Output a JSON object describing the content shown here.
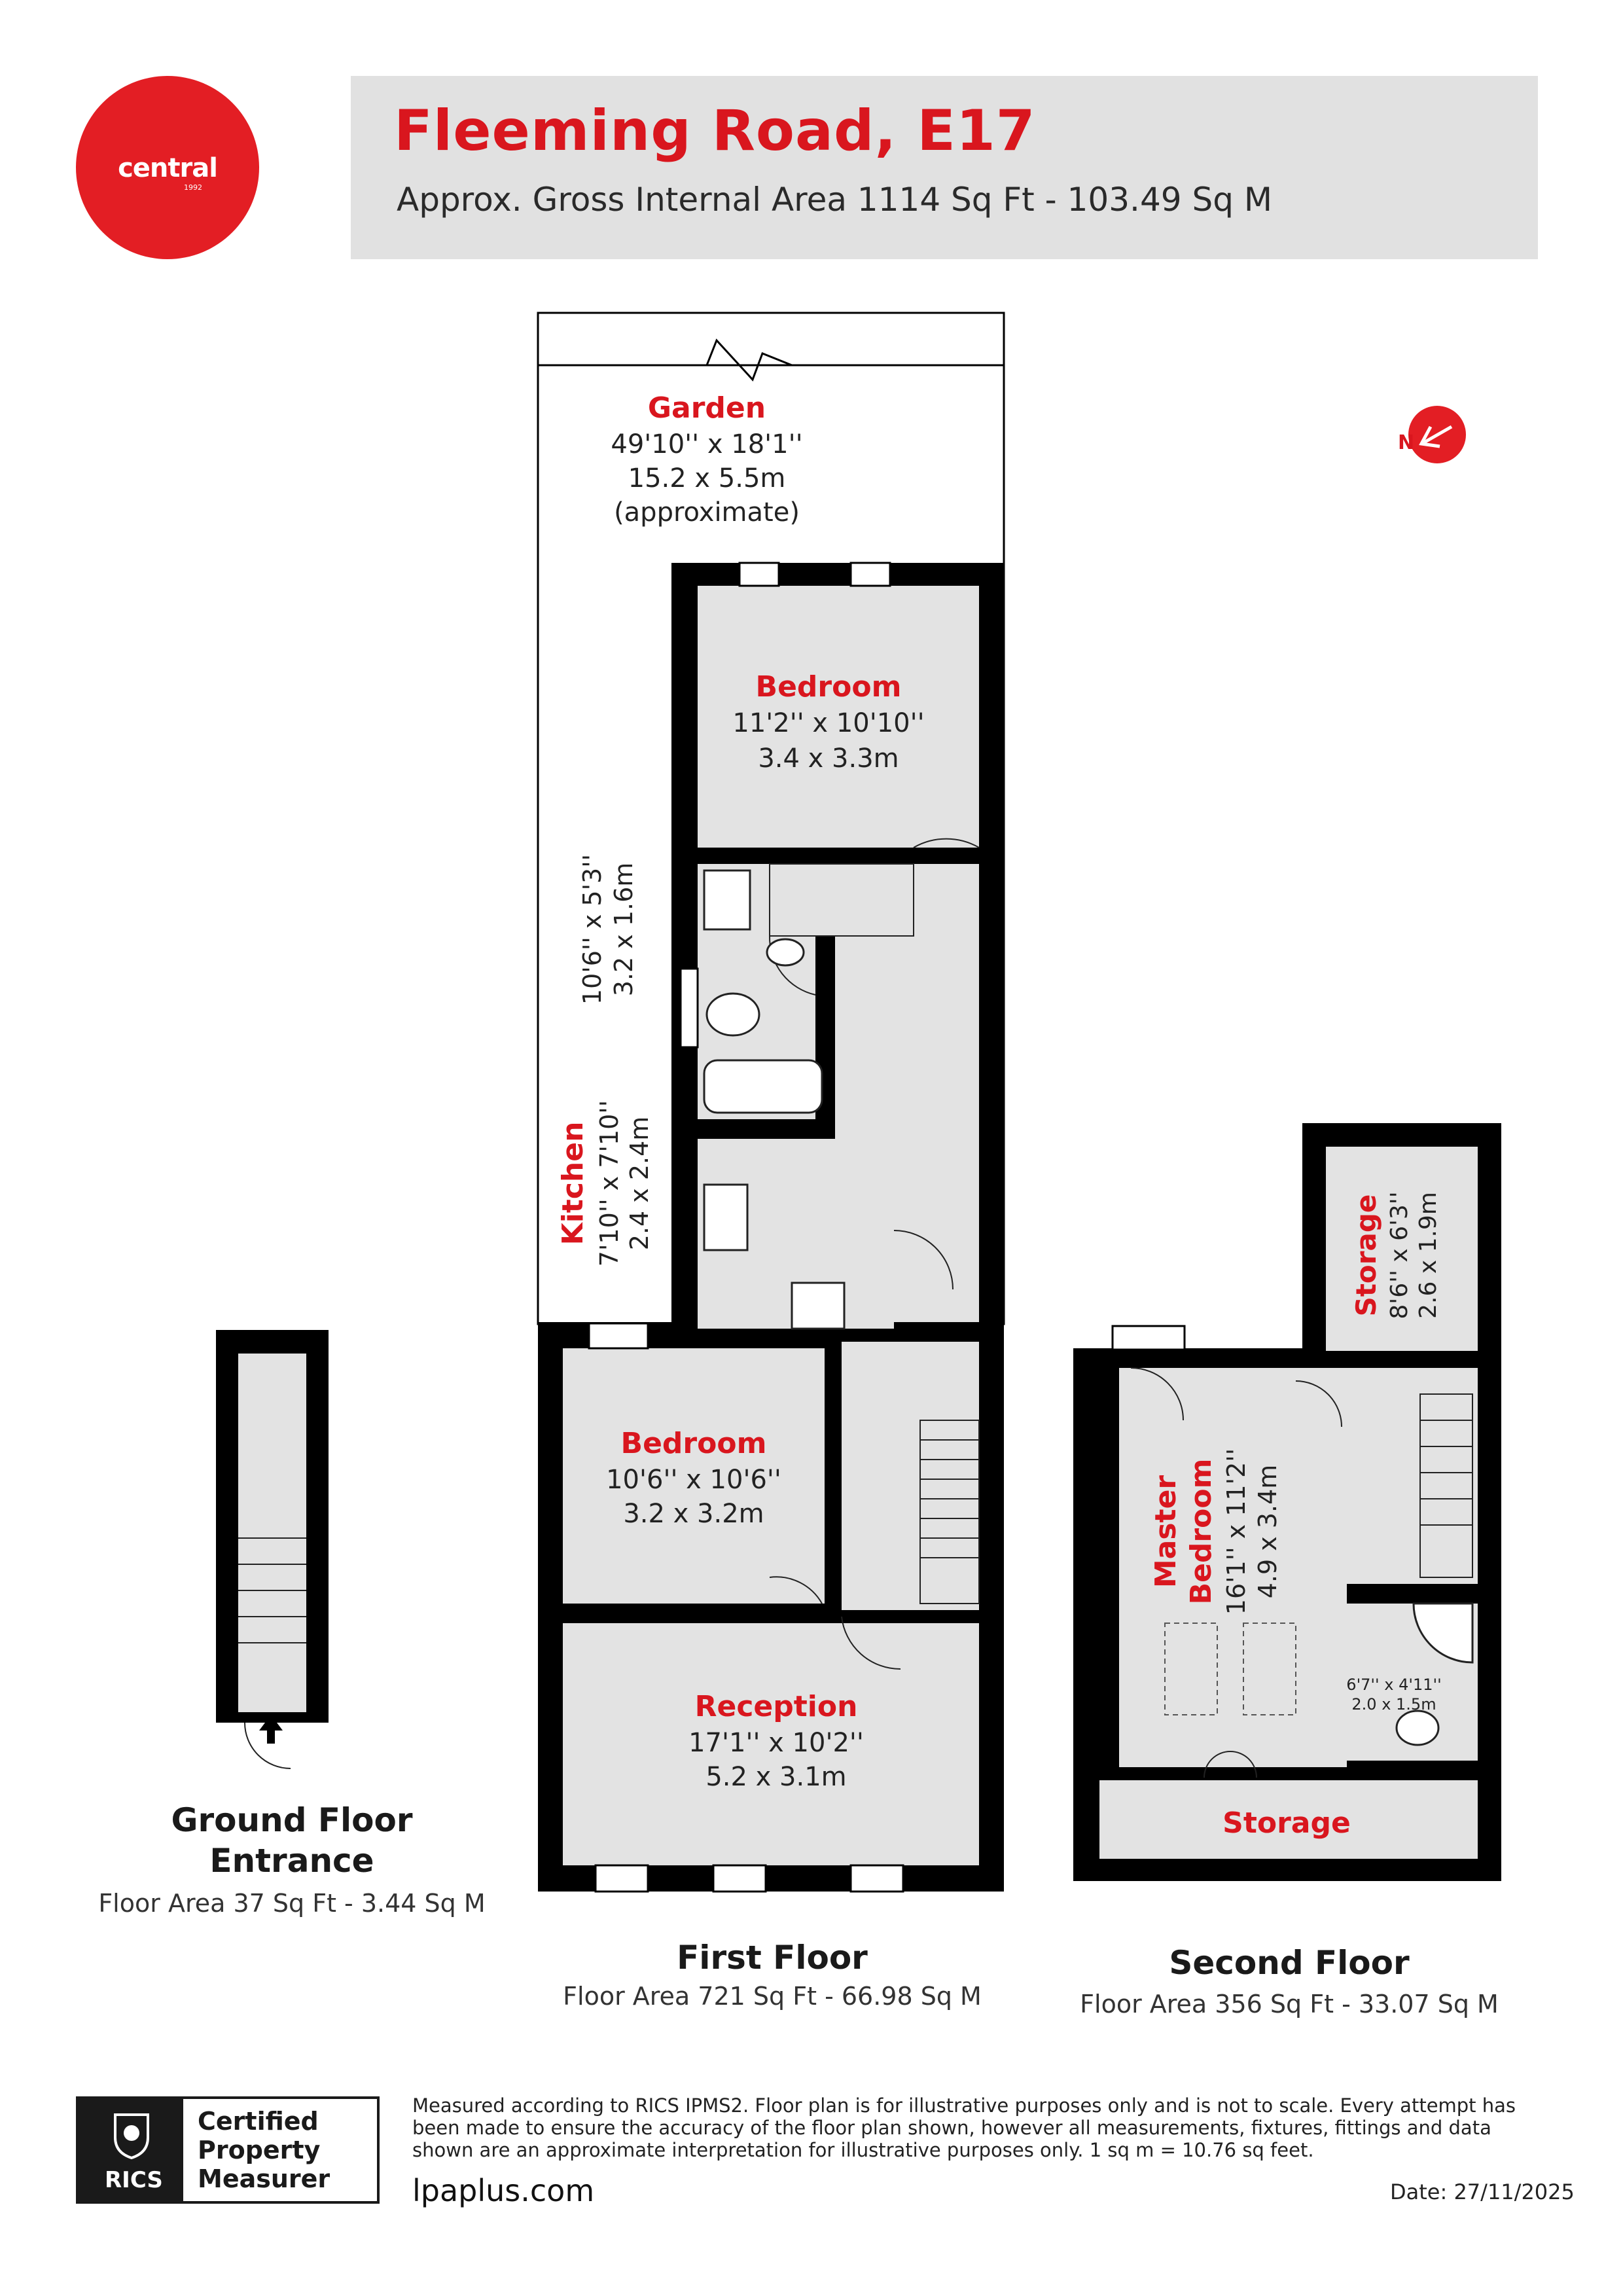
{
  "brand": {
    "logo_text": "central",
    "logo_year": "1992",
    "color": "#e31e24"
  },
  "header": {
    "title": "Fleeming Road, E17",
    "subtitle": "Approx. Gross Internal Area 1114 Sq Ft - 103.49 Sq M"
  },
  "compass": {
    "label": "N"
  },
  "rooms": {
    "garden": {
      "name": "Garden",
      "dim_imperial": "49'10'' x 18'1''",
      "dim_metric": "15.2 x 5.5m",
      "note": "(approximate)"
    },
    "bedroom_top": {
      "name": "Bedroom",
      "dim_imperial": "11'2'' x 10'10''",
      "dim_metric": "3.4 x 3.3m"
    },
    "bathroom": {
      "dim_imperial": "10'6'' x 5'3''",
      "dim_metric": "3.2 x 1.6m"
    },
    "kitchen": {
      "name": "Kitchen",
      "dim_imperial": "7'10'' x 7'10''",
      "dim_metric": "2.4 x 2.4m"
    },
    "bedroom_mid": {
      "name": "Bedroom",
      "dim_imperial": "10'6'' x 10'6''",
      "dim_metric": "3.2 x 3.2m"
    },
    "reception": {
      "name": "Reception",
      "dim_imperial": "17'1'' x 10'2''",
      "dim_metric": "5.2 x 3.1m"
    },
    "storage_top": {
      "name": "Storage",
      "dim_imperial": "8'6'' x 6'3''",
      "dim_metric": "2.6 x 1.9m"
    },
    "master_bedroom": {
      "name_line1": "Master",
      "name_line2": "Bedroom",
      "dim_imperial": "16'1'' x 11'2''",
      "dim_metric": "4.9 x 3.4m"
    },
    "ensuite": {
      "dim_imperial": "6'7'' x 4'11''",
      "dim_metric": "2.0 x 1.5m"
    },
    "storage_bottom": {
      "name": "Storage"
    }
  },
  "floors": {
    "ground": {
      "title_line1": "Ground Floor",
      "title_line2": "Entrance",
      "area": "Floor Area 37 Sq Ft - 3.44 Sq M"
    },
    "first": {
      "title": "First Floor",
      "area": "Floor Area 721 Sq Ft - 66.98 Sq M"
    },
    "second": {
      "title": "Second Floor",
      "area": "Floor Area 356 Sq Ft - 33.07 Sq M"
    }
  },
  "footer": {
    "rics_label": "RICS",
    "cert_line1": "Certified",
    "cert_line2": "Property",
    "cert_line3": "Measurer",
    "disclaimer": "Measured according to RICS IPMS2. Floor plan is for illustrative purposes only and is not to scale. Every attempt has been made to ensure the accuracy of the floor plan shown, however all measurements, fixtures, fittings and data shown are an approximate interpretation for illustrative purposes only. 1 sq m = 10.76 sq feet.",
    "website": "lpaplus.com",
    "date": "Date: 27/11/2025"
  },
  "colors": {
    "wall": "#000000",
    "floor": "#e3e3e3",
    "label": "#d9161e"
  }
}
